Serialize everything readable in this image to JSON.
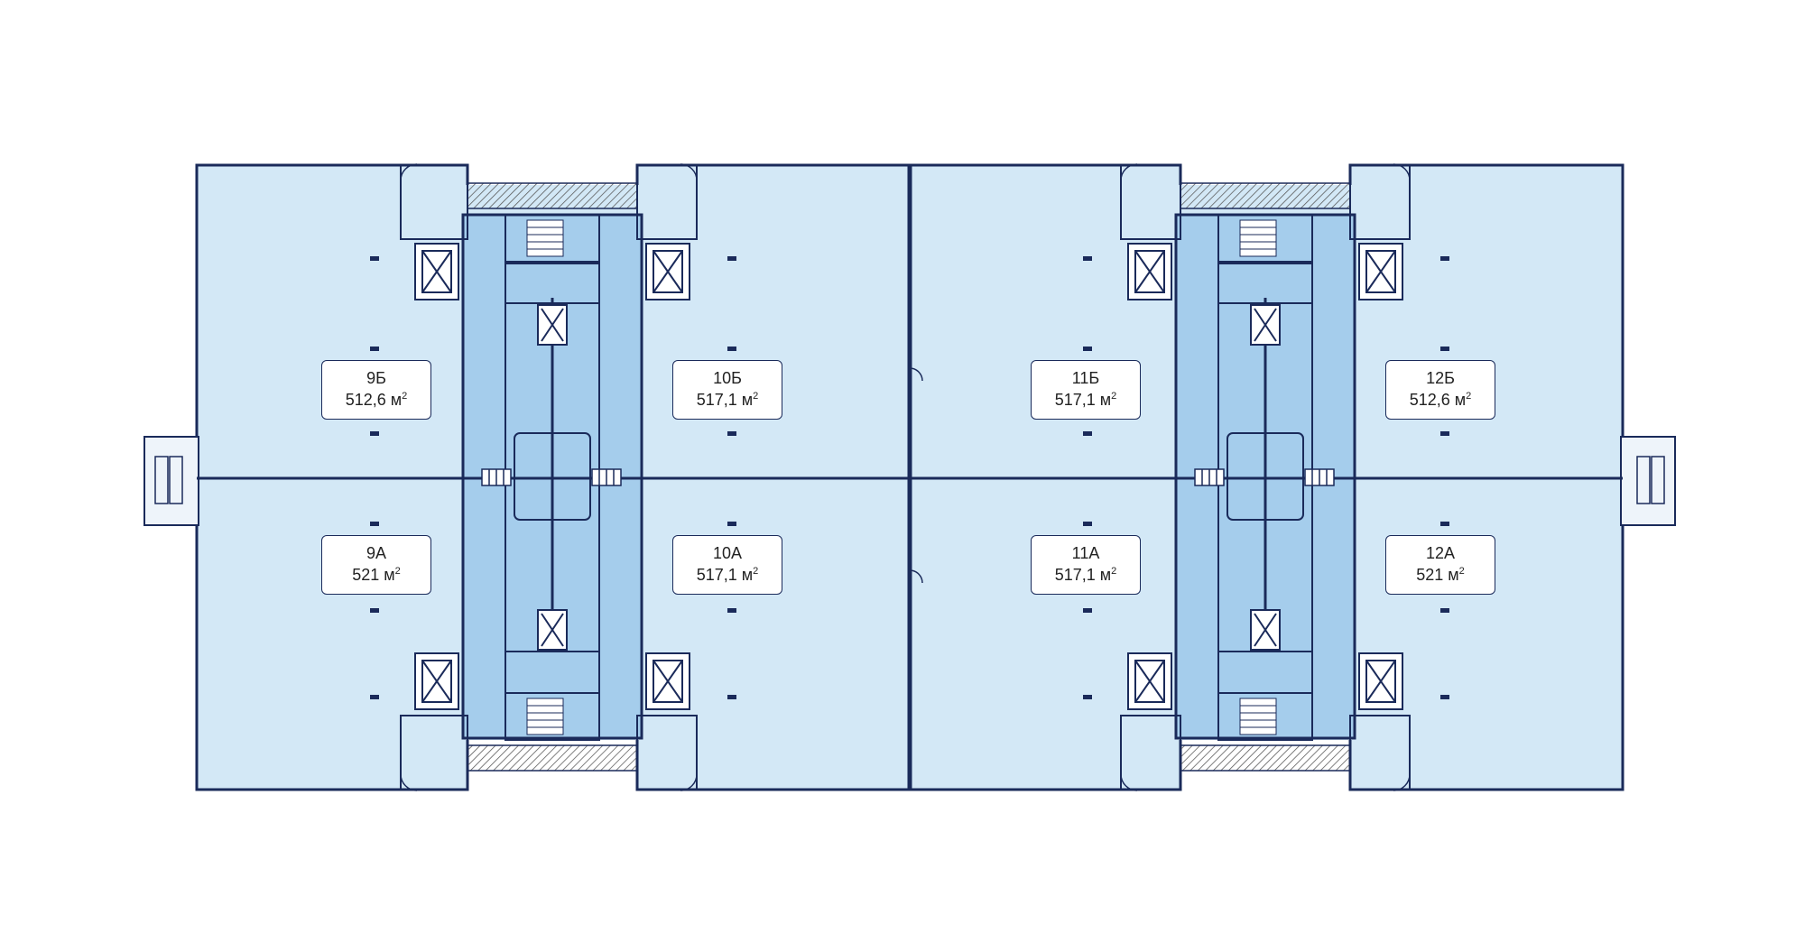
{
  "colors": {
    "background": "#ffffff",
    "office_fill": "#d3e8f6",
    "core_fill": "#a5cdec",
    "wall": "#1a2a5a",
    "label_fill": "#ffffff"
  },
  "units": [
    {
      "name": "9Б",
      "area": "512,6 м",
      "sup": "2"
    },
    {
      "name": "10Б",
      "area": "517,1 м",
      "sup": "2"
    },
    {
      "name": "11Б",
      "area": "517,1 м",
      "sup": "2"
    },
    {
      "name": "12Б",
      "area": "512,6 м",
      "sup": "2"
    },
    {
      "name": "9А",
      "area": "521 м",
      "sup": "2"
    },
    {
      "name": "10А",
      "area": "517,1 м",
      "sup": "2"
    },
    {
      "name": "11А",
      "area": "517,1 м",
      "sup": "2"
    },
    {
      "name": "12А",
      "area": "521 м",
      "sup": "2"
    }
  ],
  "icons": [
    "elevator-icon",
    "staircase-icon",
    "toilet-icon",
    "door-swing-icon"
  ]
}
